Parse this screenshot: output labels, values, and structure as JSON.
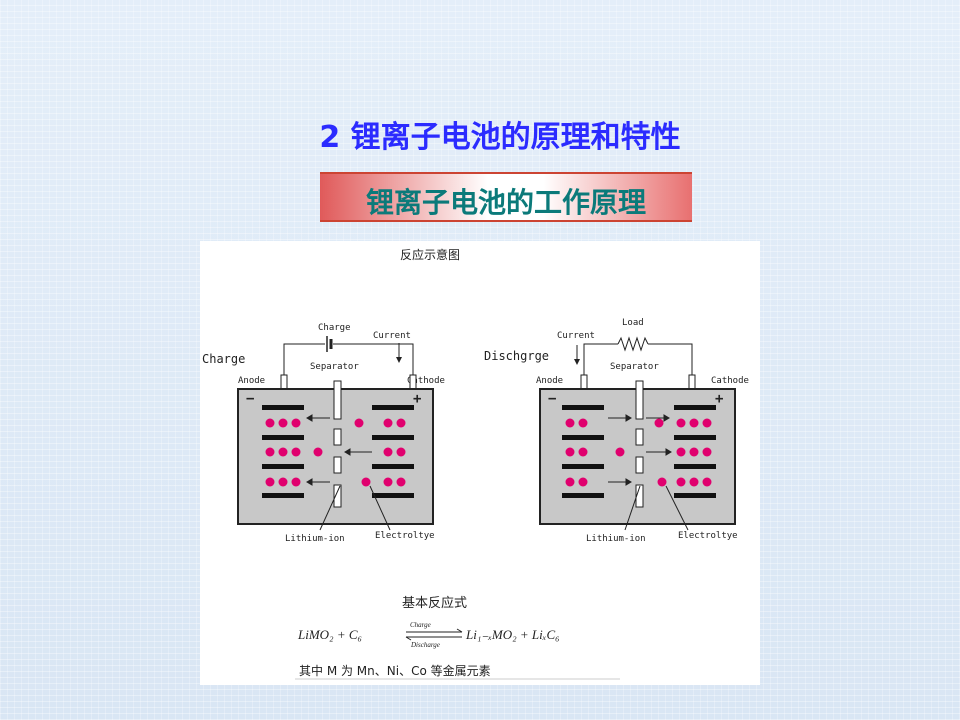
{
  "slide": {
    "title": "2 锂离子电池的原理和特性",
    "subtitle": "锂离子电池的工作原理"
  },
  "figure": {
    "heading": "反应示意图",
    "charge": {
      "mode_label": "Charge",
      "source_label": "Charge",
      "current_label": "Current",
      "separator_label": "Separator",
      "anode_label": "Anode",
      "cathode_label": "Cathode",
      "minus": "−",
      "plus": "+",
      "ion_label": "Lithium-ion",
      "electrolyte_label": "Electroltye"
    },
    "discharge": {
      "mode_label": "Dischgrge",
      "load_label": "Load",
      "current_label": "Current",
      "separator_label": "Separator",
      "anode_label": "Anode",
      "cathode_label": "Cathode",
      "minus": "−",
      "plus": "+",
      "ion_label": "Lithium-ion",
      "electrolyte_label": "Electroltye"
    },
    "reaction": {
      "heading": "基本反应式",
      "left": "LiMO₂ + C₆",
      "arrow_top": "Charge",
      "arrow_bottom": "Discharge",
      "right": "Li₁₋ₓMO₂ + LiₓC₆",
      "note": "其中 M 为 Mn、Ni、Co 等金属元素"
    },
    "colors": {
      "ion": "#e0006e",
      "cell_fill": "#c8c8c8",
      "plate": "#111111"
    }
  }
}
